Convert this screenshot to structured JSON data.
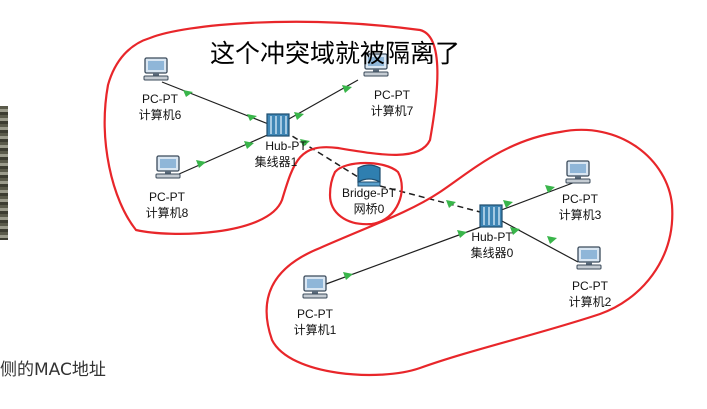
{
  "annotation": {
    "headline": "这个冲突域就被隔离了",
    "caption": "侧的MAC地址"
  },
  "colors": {
    "outline_red": "#e8262a",
    "link": "#1f1f1f",
    "link_arrow": "#39b54a"
  },
  "devices": {
    "pc6": {
      "type": "PC-PT",
      "name": "计算机6",
      "icon": "pc-icon"
    },
    "pc7": {
      "type": "PC-PT",
      "name": "计算机7",
      "icon": "pc-icon"
    },
    "pc8": {
      "type": "PC-PT",
      "name": "计算机8",
      "icon": "pc-icon"
    },
    "hub1": {
      "type": "Hub-PT",
      "name": "集线器1",
      "icon": "hub-icon"
    },
    "bridge0": {
      "type": "Bridge-PT",
      "name": "网桥0",
      "icon": "bridge-icon"
    },
    "hub0": {
      "type": "Hub-PT",
      "name": "集线器0",
      "icon": "hub-icon"
    },
    "pc3": {
      "type": "PC-PT",
      "name": "计算机3",
      "icon": "pc-icon"
    },
    "pc2": {
      "type": "PC-PT",
      "name": "计算机2",
      "icon": "pc-icon"
    },
    "pc1": {
      "type": "PC-PT",
      "name": "计算机1",
      "icon": "pc-icon"
    }
  }
}
